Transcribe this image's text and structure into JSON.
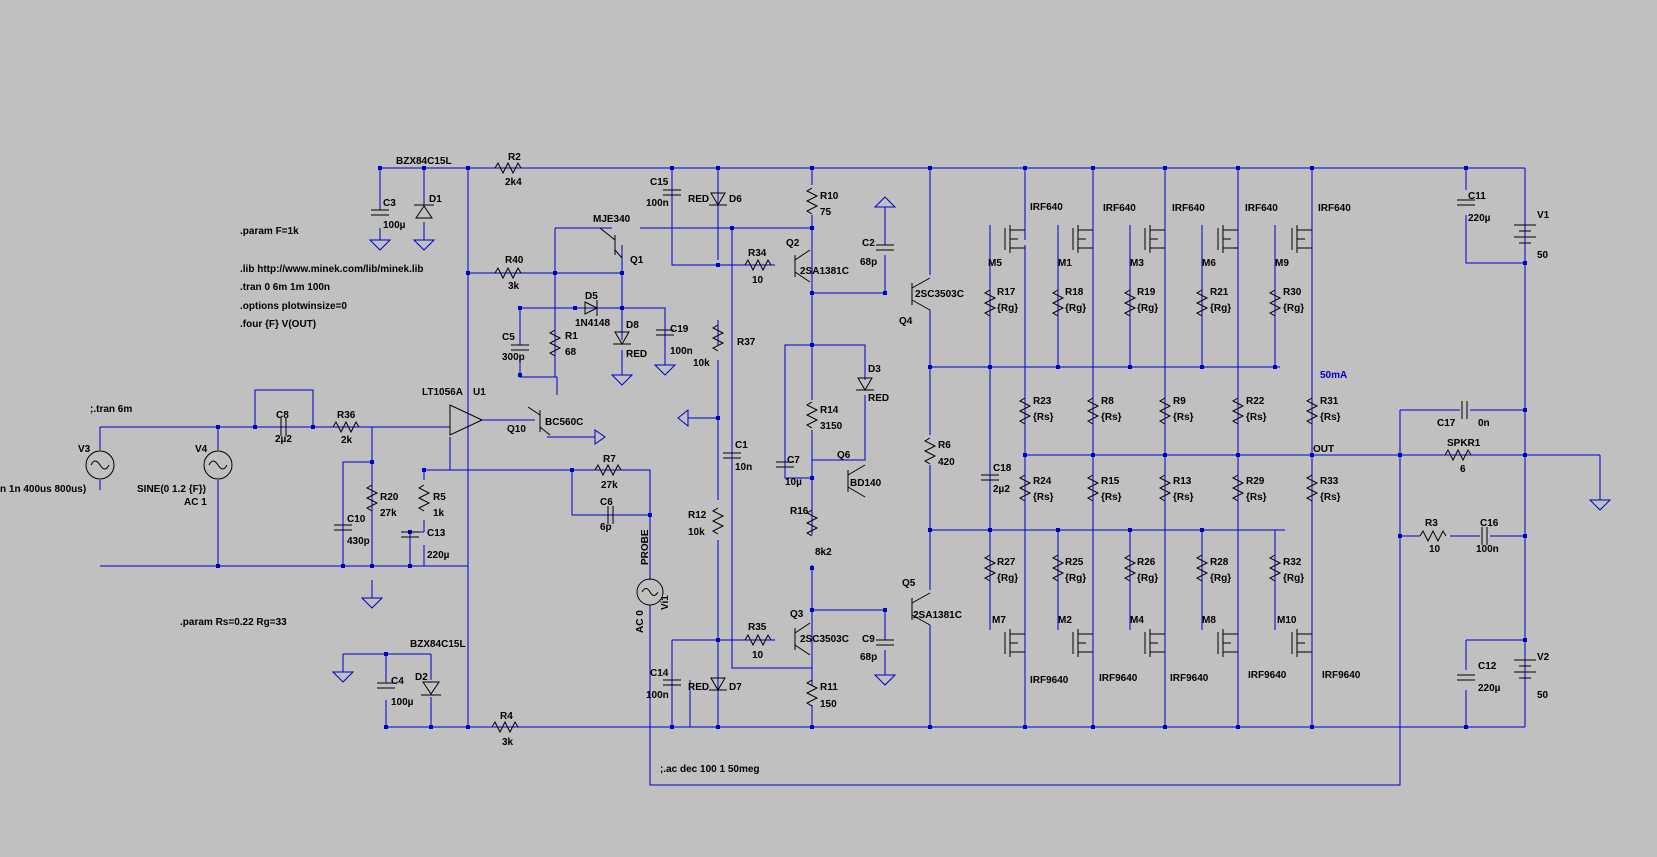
{
  "directives": {
    "param_f": ".param F=1k",
    "lib": ".lib http://www.minek.com/lib/minek.lib",
    "tran": ".tran 0 6m 1m 100n",
    "options": ".options plotwinsize=0",
    "four": ".four {F} V(OUT)",
    "tran_comment": ";.tran 6m",
    "param_rs": ".param Rs=0.22 Rg=33",
    "ac_comment": ";.ac dec 100 1 50meg"
  },
  "sources": {
    "v3": {
      "name": "V3",
      "value": "n 1n 400us 800us)"
    },
    "v4": {
      "name": "V4",
      "value": "SINE(0 1.2 {F})",
      "ac": "AC 1"
    },
    "vi1": {
      "name": "Vi1",
      "value": "AC 0",
      "probe": "PROBE"
    },
    "v1": {
      "name": "V1",
      "value": "50"
    },
    "v2": {
      "name": "V2",
      "value": "50"
    }
  },
  "caps": {
    "c3": {
      "name": "C3",
      "value": "100µ"
    },
    "c4": {
      "name": "C4",
      "value": "100µ"
    },
    "c8": {
      "name": "C8",
      "value": "2µ2"
    },
    "c10": {
      "name": "C10",
      "value": "430p"
    },
    "c13": {
      "name": "C13",
      "value": "220µ"
    },
    "c5": {
      "name": "C5",
      "value": "300p"
    },
    "c6": {
      "name": "C6",
      "value": "6p"
    },
    "c19": {
      "name": "C19",
      "value": "100n"
    },
    "c15": {
      "name": "C15",
      "value": "100n"
    },
    "c14": {
      "name": "C14",
      "value": "100n"
    },
    "c1": {
      "name": "C1",
      "value": "10n"
    },
    "c2": {
      "name": "C2",
      "value": "68p"
    },
    "c9": {
      "name": "C9",
      "value": "68p"
    },
    "c7": {
      "name": "C7",
      "value": "10µ"
    },
    "c18": {
      "name": "C18",
      "value": "2µ2"
    },
    "c11": {
      "name": "C11",
      "value": "220µ"
    },
    "c12": {
      "name": "C12",
      "value": "220µ"
    },
    "c17": {
      "name": "C17",
      "value": "0n"
    },
    "c16": {
      "name": "C16",
      "value": "100n"
    }
  },
  "resistors": {
    "r2": {
      "name": "R2",
      "value": "2k4"
    },
    "r40": {
      "name": "R40",
      "value": "3k"
    },
    "r36": {
      "name": "R36",
      "value": "2k"
    },
    "r20": {
      "name": "R20",
      "value": "27k"
    },
    "r5": {
      "name": "R5",
      "value": "1k"
    },
    "r1": {
      "name": "R1",
      "value": "68"
    },
    "r7": {
      "name": "R7",
      "value": "27k"
    },
    "r4": {
      "name": "R4",
      "value": "3k"
    },
    "r37": {
      "name": "R37",
      "value": "10k"
    },
    "r12": {
      "name": "R12",
      "value": "10k"
    },
    "r34": {
      "name": "R34",
      "value": "10"
    },
    "r35": {
      "name": "R35",
      "value": "10"
    },
    "r10": {
      "name": "R10",
      "value": "75"
    },
    "r11": {
      "name": "R11",
      "value": "150"
    },
    "r14": {
      "name": "R14",
      "value": "3150"
    },
    "r16": {
      "name": "R16",
      "value": "8k2"
    },
    "r6": {
      "name": "R6",
      "value": "420"
    },
    "r3": {
      "name": "R3",
      "value": "10"
    },
    "spkr": {
      "name": "SPKR1",
      "value": "6"
    },
    "rg_top": [
      {
        "name": "R17",
        "value": "{Rg}"
      },
      {
        "name": "R18",
        "value": "{Rg}"
      },
      {
        "name": "R19",
        "value": "{Rg}"
      },
      {
        "name": "R21",
        "value": "{Rg}"
      },
      {
        "name": "R30",
        "value": "{Rg}"
      }
    ],
    "rs_top": [
      {
        "name": "R23",
        "value": "{Rs}"
      },
      {
        "name": "R8",
        "value": "{Rs}"
      },
      {
        "name": "R9",
        "value": "{Rs}"
      },
      {
        "name": "R22",
        "value": "{Rs}"
      },
      {
        "name": "R31",
        "value": "{Rs}"
      }
    ],
    "rs_bot": [
      {
        "name": "R24",
        "value": "{Rs}"
      },
      {
        "name": "R15",
        "value": "{Rs}"
      },
      {
        "name": "R13",
        "value": "{Rs}"
      },
      {
        "name": "R29",
        "value": "{Rs}"
      },
      {
        "name": "R33",
        "value": "{Rs}"
      }
    ],
    "rg_bot": [
      {
        "name": "R27",
        "value": "{Rg}"
      },
      {
        "name": "R25",
        "value": "{Rg}"
      },
      {
        "name": "R26",
        "value": "{Rg}"
      },
      {
        "name": "R28",
        "value": "{Rg}"
      },
      {
        "name": "R32",
        "value": "{Rg}"
      }
    ]
  },
  "semis": {
    "d1": {
      "name": "D1",
      "part": "BZX84C15L"
    },
    "d2": {
      "name": "D2",
      "part": "BZX84C15L"
    },
    "d5": {
      "name": "D5",
      "part": "1N4148"
    },
    "d8": {
      "name": "D8",
      "part": "RED"
    },
    "d6": {
      "name": "D6",
      "part": "RED"
    },
    "d7": {
      "name": "D7",
      "part": "RED"
    },
    "d3": {
      "name": "D3",
      "part": "RED"
    },
    "u1": {
      "name": "U1",
      "part": "LT1056A"
    },
    "q1": {
      "name": "Q1",
      "part": "MJE340"
    },
    "q10": {
      "name": "Q10",
      "part": "BC560C"
    },
    "q2": {
      "name": "Q2",
      "part": "2SA1381C"
    },
    "q3": {
      "name": "Q3",
      "part": "2SC3503C"
    },
    "q4": {
      "name": "Q4",
      "part": "2SC3503C"
    },
    "q5": {
      "name": "Q5",
      "part": "2SA1381C"
    },
    "q6": {
      "name": "Q6",
      "part": "BD140"
    },
    "mos_top": [
      {
        "name": "M5",
        "part": "IRF640"
      },
      {
        "name": "M1",
        "part": "IRF640"
      },
      {
        "name": "M3",
        "part": "IRF640"
      },
      {
        "name": "M6",
        "part": "IRF640"
      },
      {
        "name": "M9",
        "part": "IRF640"
      }
    ],
    "mos_bot": [
      {
        "name": "M7",
        "part": "IRF9640"
      },
      {
        "name": "M2",
        "part": "IRF9640"
      },
      {
        "name": "M4",
        "part": "IRF9640"
      },
      {
        "name": "M8",
        "part": "IRF9640"
      },
      {
        "name": "M10",
        "part": "IRF9640"
      }
    ]
  },
  "nets": {
    "out": "OUT",
    "current": "50mA"
  }
}
